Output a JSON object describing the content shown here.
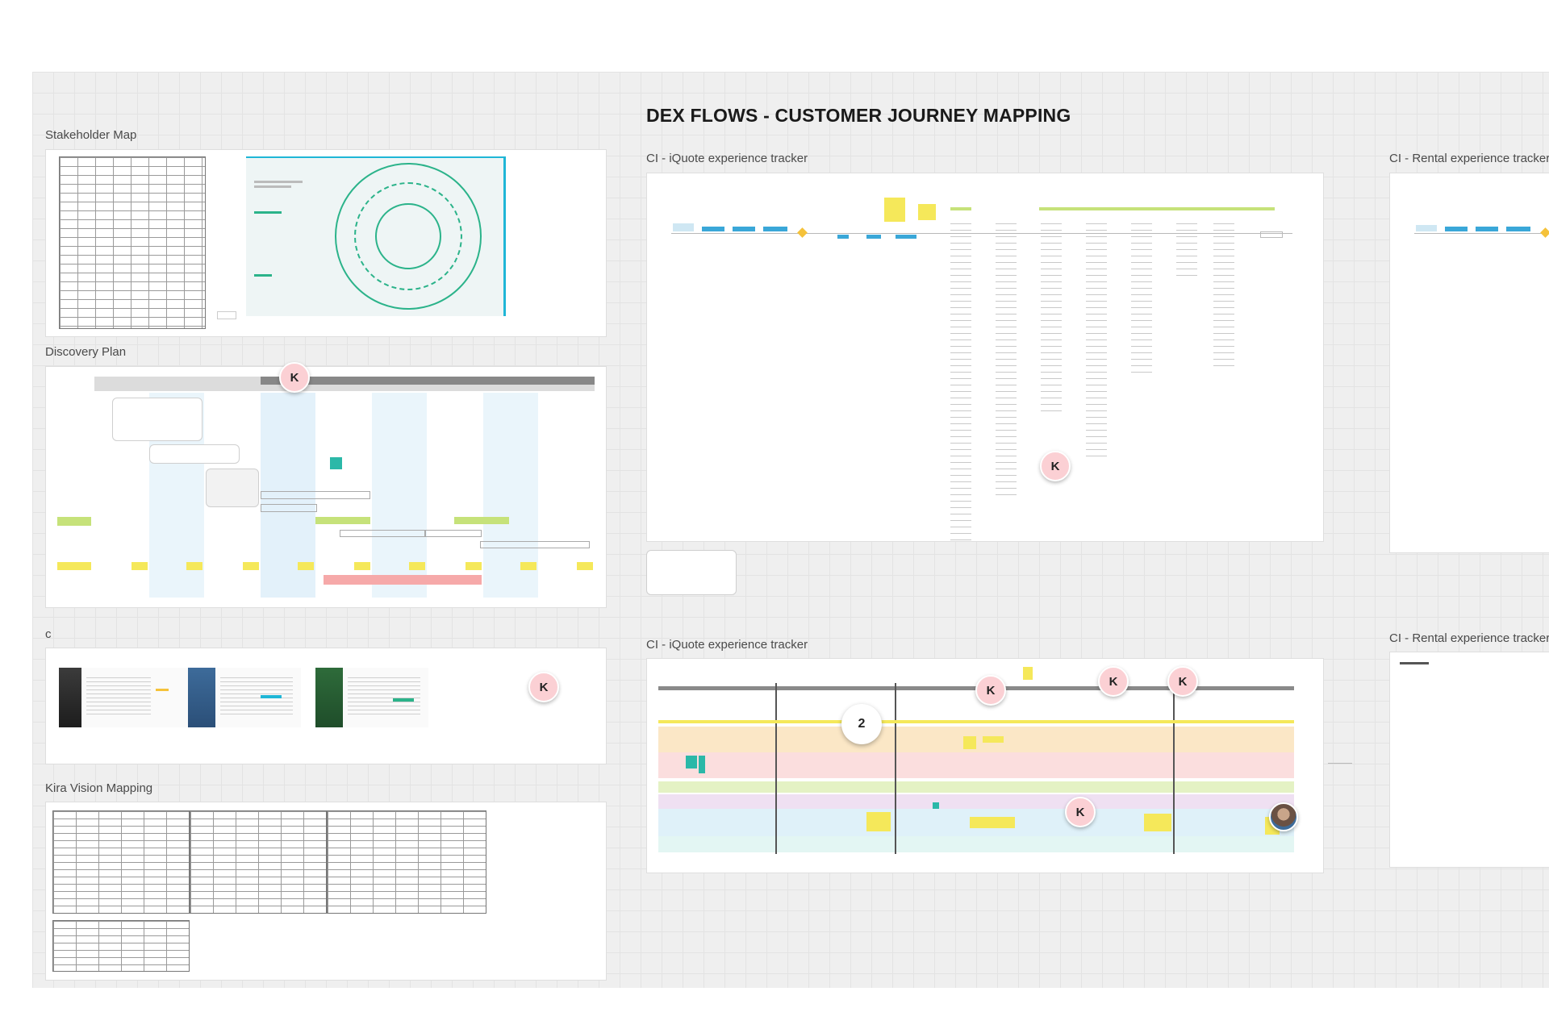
{
  "board": {
    "title": "DEX FLOWS - CUSTOMER JOURNEY MAPPING"
  },
  "frames": {
    "stakeholder_map": "Stakeholder Map",
    "discovery_plan": "Discovery Plan",
    "personas": "c",
    "kira_vision_mapping": "Kira Vision Mapping",
    "iquote_tracker_top": "CI - iQuote experience tracker",
    "rental_tracker_top": "CI - Rental experience tracker",
    "iquote_tracker_bottom": "CI - iQuote experience tracker",
    "rental_tracker_bottom": "CI - Rental experience tracker"
  },
  "collaborators": {
    "initial": "K",
    "extra_count": "2"
  },
  "colors": {
    "canvas": "#efefef",
    "cyan_accent": "#1fb6d6",
    "green_ring": "#2bb38a",
    "sticky_yellow": "#f5e85a",
    "sticky_green": "#c6e27a",
    "sticky_pink": "#f6a9a9",
    "avatar_pink": "#fbd0d4",
    "blue_box": "#3aa7d8"
  }
}
